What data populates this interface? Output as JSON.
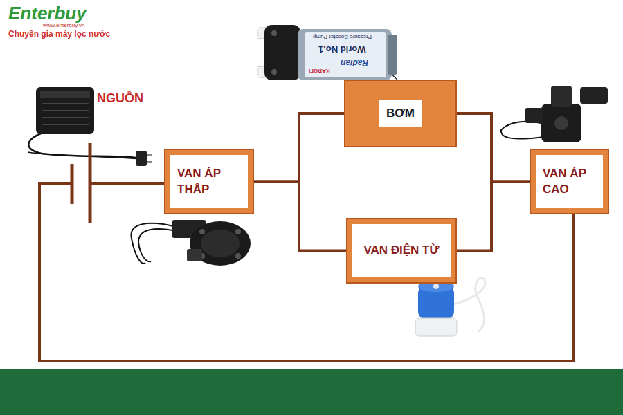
{
  "diagram": {
    "nodes": [
      {
        "text": [
          "VAN ÁP THẤP"
        ]
      },
      {
        "text": [
          "BƠM"
        ]
      },
      {
        "text": [
          "VAN ĐIỆN TỪ"
        ]
      },
      {
        "text": [
          "VAN ÁP CAO"
        ]
      }
    ],
    "edges": [
      {
        "from": 0,
        "to": 1,
        "arrow": "none"
      },
      {
        "from": 0,
        "to": 2,
        "arrow": "none"
      },
      {
        "from": 1,
        "to": 3,
        "arrow": "none"
      },
      {
        "from": 2,
        "to": 3,
        "arrow": "none"
      }
    ],
    "labels": [
      "Enterbuy",
      "www.enterbuy.vn",
      "Chuyên gia máy lọc nước",
      "NGUỒN",
      "KAROFI",
      "Radian",
      "World No.1",
      "Pressure Booster Pump"
    ]
  }
}
